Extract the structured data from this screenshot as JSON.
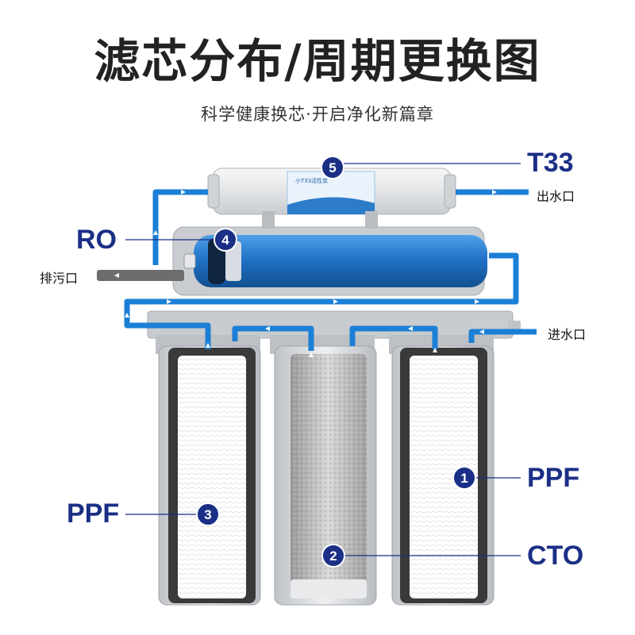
{
  "header": {
    "title": "滤芯分布/周期更换图",
    "subtitle": "科学健康换芯·开启净化新篇章"
  },
  "labels": {
    "t33": "T33",
    "ro": "RO",
    "ppf_right": "PPF",
    "ppf_left": "PPF",
    "cto": "CTO",
    "outlet": "出水口",
    "drain": "排污口",
    "inlet": "进水口"
  },
  "badges": [
    "1",
    "2",
    "3",
    "4",
    "5"
  ],
  "colors": {
    "accent": "#1b2f86",
    "pipe": "#1c7fd6",
    "membrane": "#2a78c8",
    "housing": "#d6d9dd",
    "dark_frame": "#3c3c3c"
  }
}
